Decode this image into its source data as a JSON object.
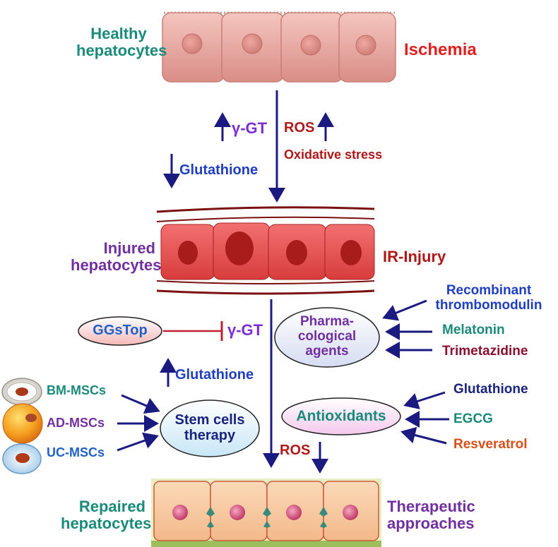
{
  "labels": {
    "healthy": "Healthy\nhepatocytes",
    "ischemia": "Ischemia",
    "gamma_gt_top": "γ-GT",
    "ros_top": "ROS",
    "oxidative_stress": "Oxidative stress",
    "glutathione_top": "Glutathione",
    "injured": "Injured\nhepatocytes",
    "ir_injury": "IR-Injury",
    "ggstop": "GGsTop",
    "gamma_gt_mid": "γ-GT",
    "pharmacological": "Pharma-\ncological\nagents",
    "recombinant": "Recombinant\nthrombomodulin",
    "melatonin": "Melatonin",
    "trimetazidine": "Trimetazidine",
    "glutathione_mid": "Glutathione",
    "bm_mscs": "BM-MSCs",
    "ad_mscs": "AD-MSCs",
    "uc_mscs": "UC-MSCs",
    "stem_cells": "Stem cells\ntherapy",
    "antioxidants": "Antioxidants",
    "glutathione_right": "Glutathione",
    "egcg": "EGCG",
    "resveratrol": "Resveratrol",
    "ros_bottom": "ROS",
    "repaired": "Repaired\nhepatocytes",
    "therapeutic": "Therapeutic\napproaches"
  },
  "colors": {
    "arrow": "#1a1a80",
    "inhibit": "#c02030",
    "healthy_cell": "#e8a9a2",
    "injured_cell": "#e05050",
    "repaired_cell": "#f7c9a0"
  }
}
